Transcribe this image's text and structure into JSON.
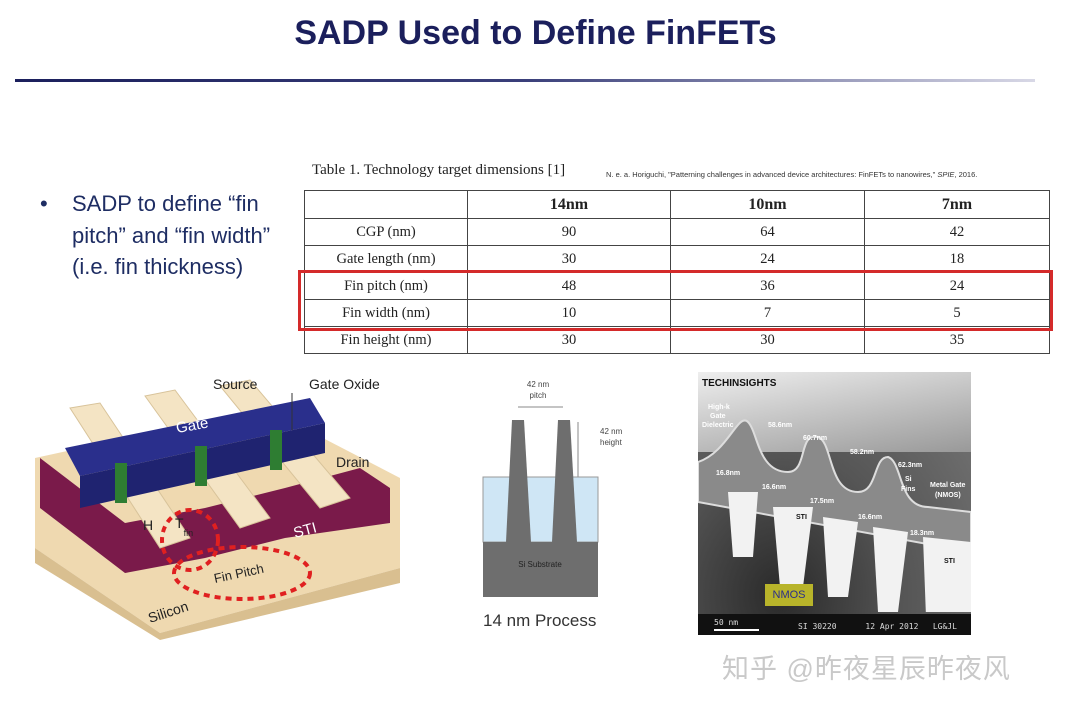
{
  "title": "SADP Used to Define FinFETs",
  "bullet": {
    "symbol": "•",
    "text": "SADP to define “fin pitch” and “fin width” (i.e. fin thickness)"
  },
  "table": {
    "caption": "Table 1. Technology target dimensions [1]",
    "reference": {
      "authors": "N. e. a. Horiguchi, \"Patterning challenges in advanced device architectures: FinFETs to nanowires,\" ",
      "venue": "SPIE",
      "year": ", 2016."
    },
    "headers": [
      "",
      "14nm",
      "10nm",
      "7nm"
    ],
    "rows": [
      [
        "CGP (nm)",
        "90",
        "64",
        "42"
      ],
      [
        "Gate length (nm)",
        "30",
        "24",
        "18"
      ],
      [
        "Fin pitch (nm)",
        "48",
        "36",
        "24"
      ],
      [
        "Fin width (nm)",
        "10",
        "7",
        "5"
      ],
      [
        "Fin height (nm)",
        "30",
        "30",
        "35"
      ]
    ],
    "highlighted_rows": [
      "Fin pitch (nm)",
      "Fin width (nm)"
    ],
    "highlight_color": "#d42a2a"
  },
  "finfet_diagram": {
    "labels": {
      "source": "Source",
      "gate_oxide": "Gate Oxide",
      "gate": "Gate",
      "drain": "Drain",
      "sti": "STI",
      "h": "H",
      "t": "T",
      "t_sub": "fin",
      "fin_pitch": "Fin Pitch",
      "silicon": "Silicon"
    },
    "colors": {
      "gate": "#2a2f8c",
      "sti": "#7a1a4a",
      "silicon": "#efd9b0",
      "oxide": "#2e7d32",
      "callout": "#e02020"
    }
  },
  "process_diagram": {
    "pitch_label": [
      "42 nm",
      "pitch"
    ],
    "height_label": [
      "42 nm",
      "height"
    ],
    "substrate_label": "Si Substrate",
    "caption": "14 nm Process"
  },
  "tem_image": {
    "brand": "TECHINSIGHTS",
    "labels": [
      "High-k",
      "Gate",
      "Dielectric",
      "58.6nm",
      "60.7nm",
      "58.2nm",
      "62.3nm",
      "16.8nm",
      "16.6nm",
      "17.5nm",
      "16.6nm",
      "18.3nm",
      "Si",
      "Fins",
      "Metal Gate",
      "(NMOS)",
      "STI",
      "STI"
    ],
    "badge": "NMOS",
    "scale": "50 nm",
    "footer": "SI 30220      12 Apr 2012   LG&JL"
  },
  "watermark": "知乎 @昨夜星辰昨夜风"
}
